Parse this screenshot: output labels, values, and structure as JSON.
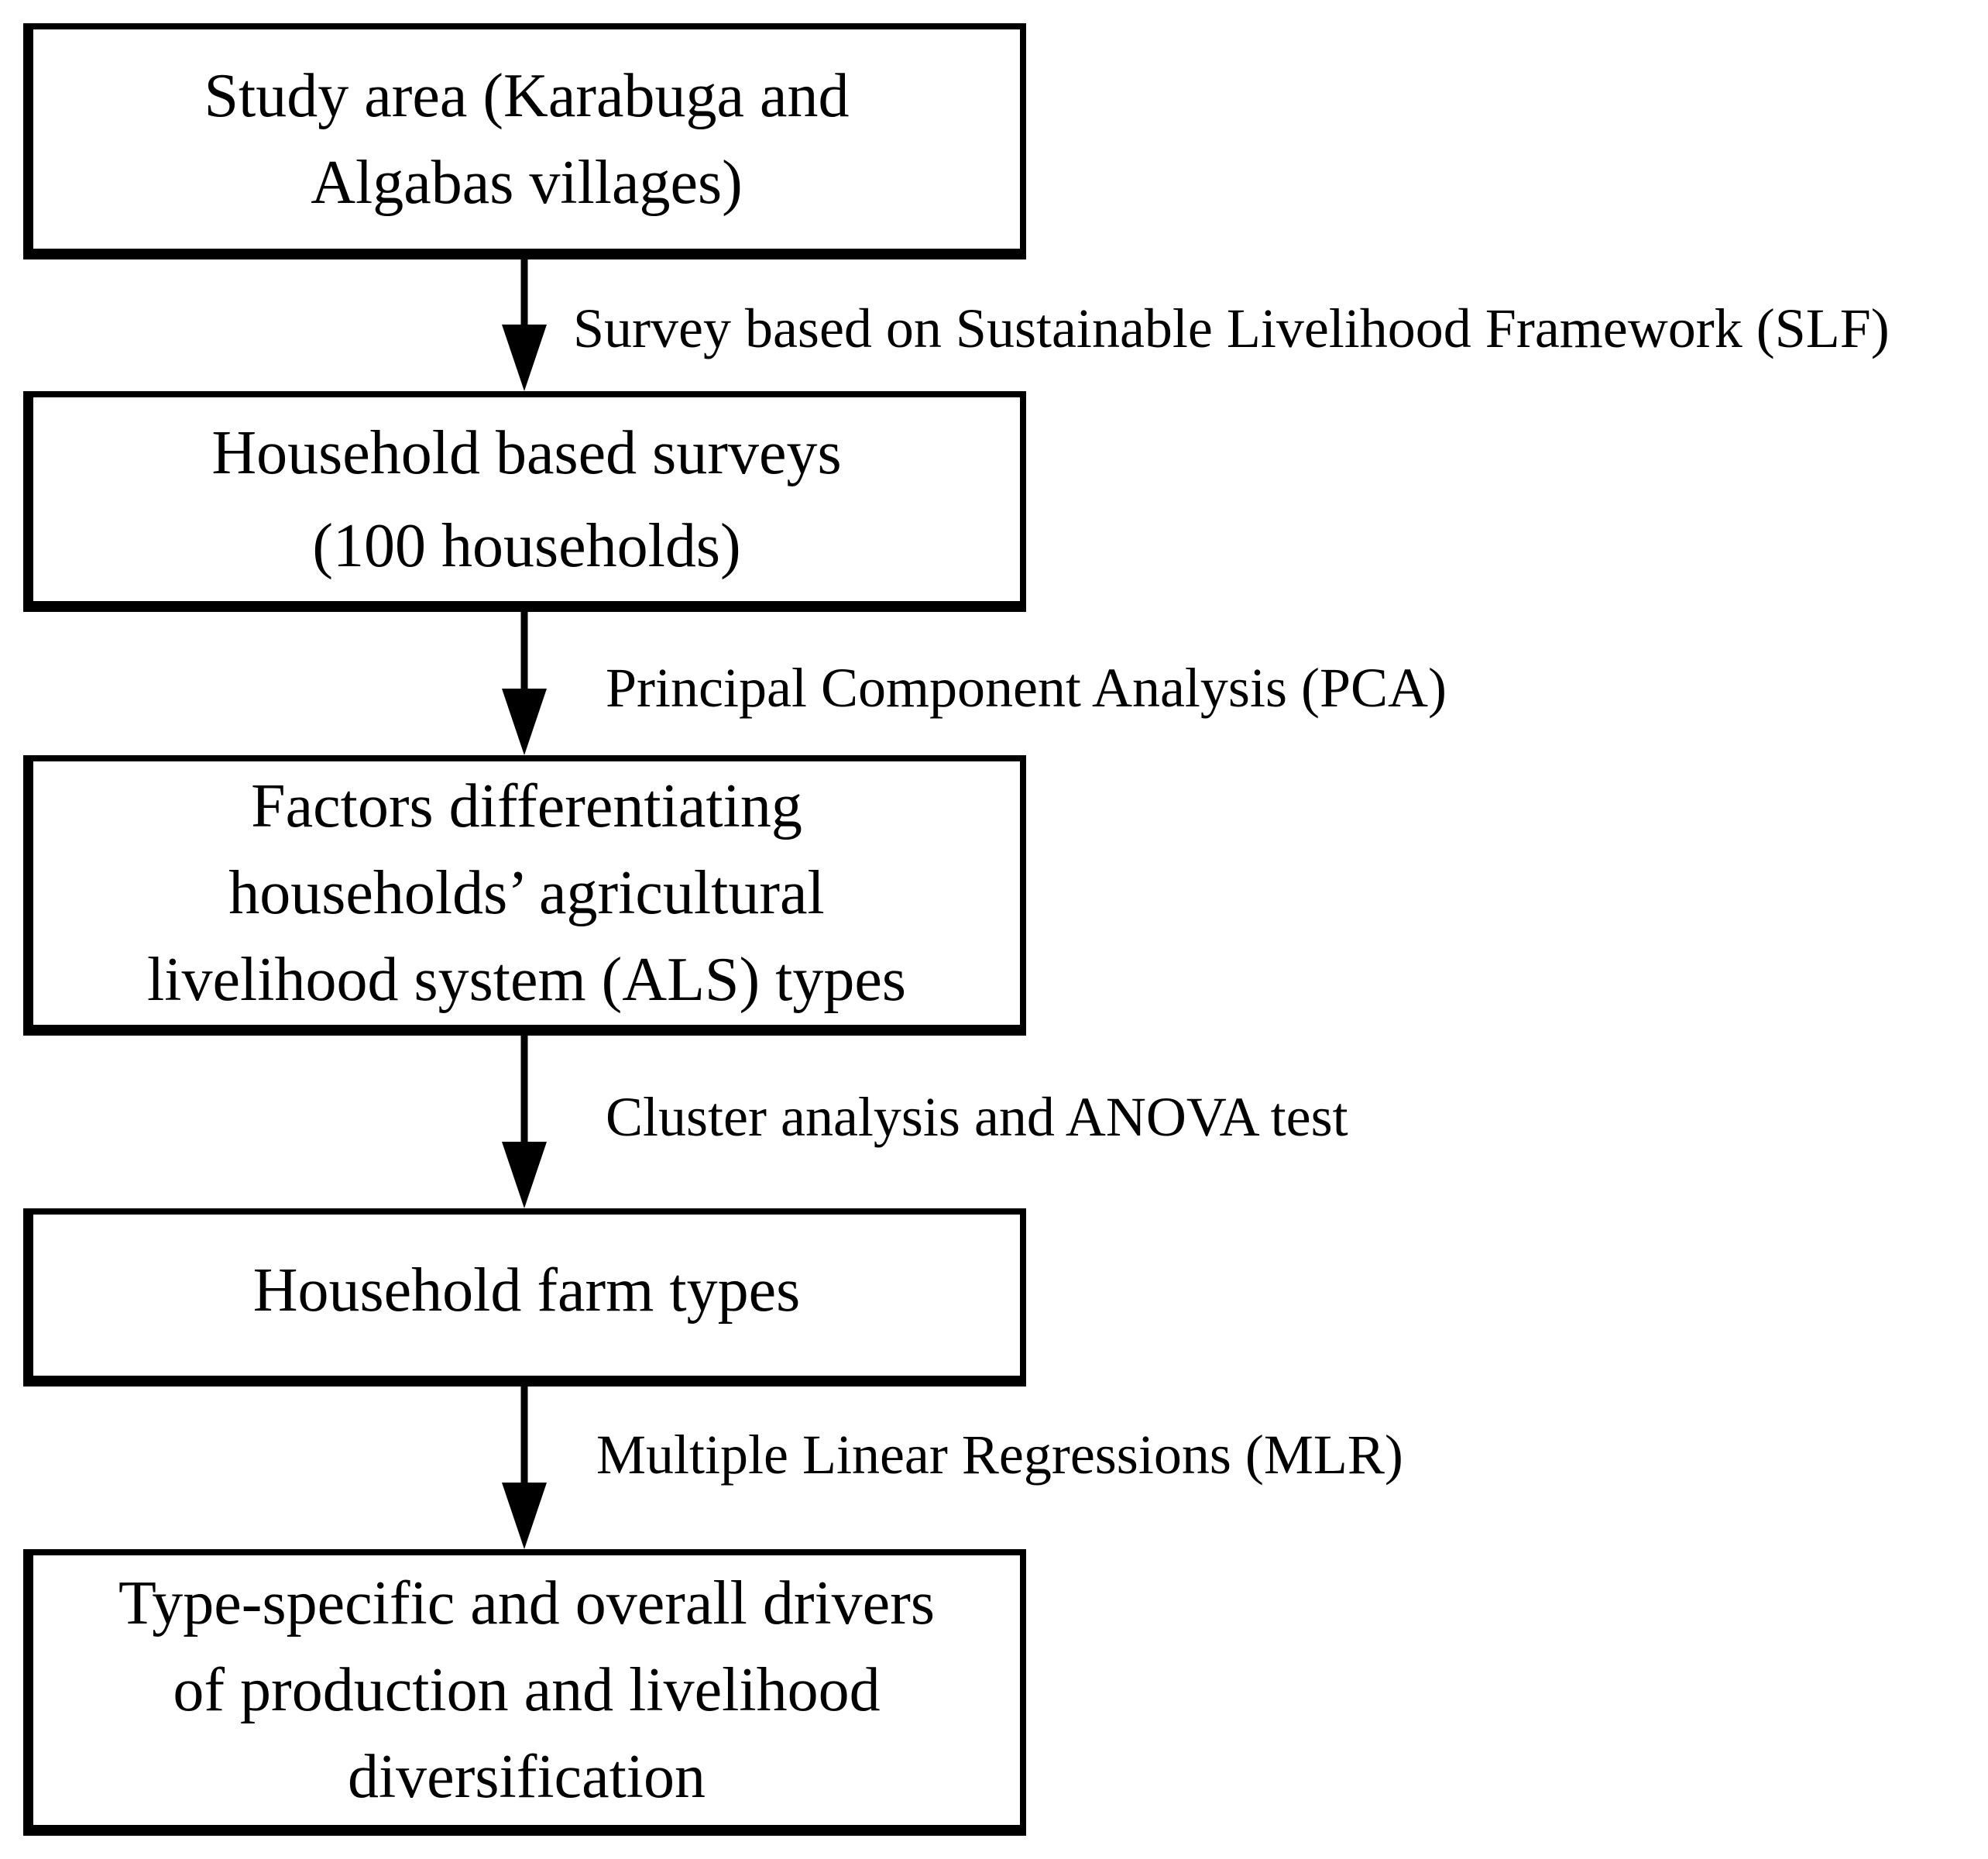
{
  "flowchart": {
    "boxes": [
      {
        "id": "study-area",
        "text": "Study area (Karabuga and\nAlgabas villages)"
      },
      {
        "id": "household-surveys",
        "text": "Household based surveys\n(100 households)"
      },
      {
        "id": "als-factors",
        "text": "Factors differentiating\nhouseholds’ agricultural\nlivelihood system (ALS) types"
      },
      {
        "id": "farm-types",
        "text": "Household farm types"
      },
      {
        "id": "drivers",
        "text": "Type-specific and overall drivers\nof production and livelihood\ndiversification"
      }
    ],
    "arrow_labels": [
      "Survey based on Sustainable Livelihood Framework (SLF)",
      "Principal Component Analysis (PCA)",
      "Cluster analysis and ANOVA test",
      "Multiple Linear Regressions (MLR)"
    ],
    "colors": {
      "border": "#000000",
      "text": "#000000",
      "background": "#ffffff"
    }
  }
}
